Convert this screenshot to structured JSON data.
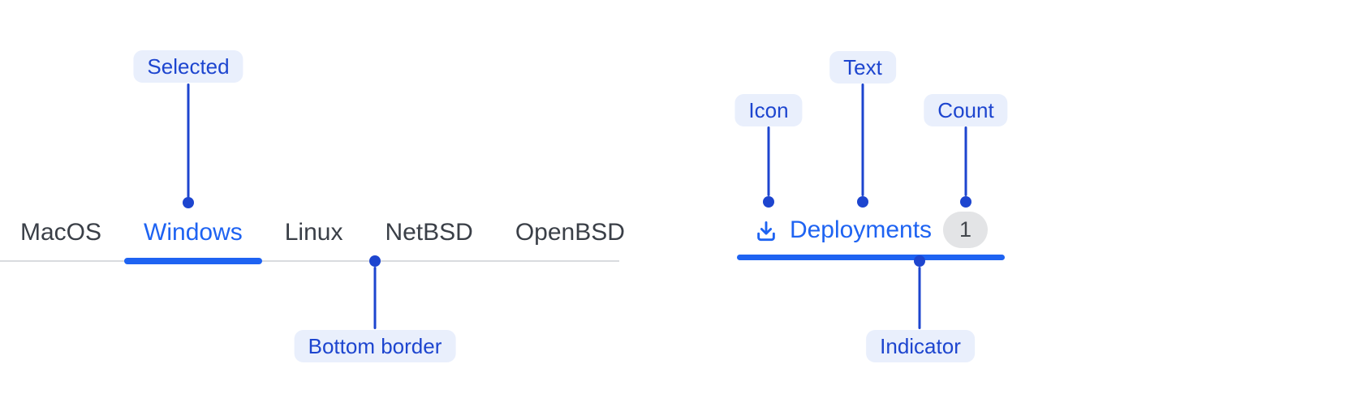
{
  "colors": {
    "accent_blue": "#1e63f2",
    "annotation_blue": "#1d45cf",
    "callout_background": "#e9effc",
    "inactive_tab_text": "#3a3f47",
    "tab_bar_border": "#d9dbdf",
    "badge_background": "#e3e4e6",
    "badge_text": "#43474d",
    "page_background": "#ffffff"
  },
  "left_tab_bar": {
    "tabs": [
      {
        "label": "MacOS",
        "state": "default"
      },
      {
        "label": "Windows",
        "state": "selected"
      },
      {
        "label": "Linux",
        "state": "default"
      },
      {
        "label": "NetBSD",
        "state": "default"
      },
      {
        "label": "OpenBSD",
        "state": "default"
      }
    ]
  },
  "deployments_tab": {
    "icon": "download-icon",
    "label": "Deployments",
    "count": "1",
    "state": "selected"
  },
  "annotations": {
    "selected": "Selected",
    "bottom_border": "Bottom border",
    "icon": "Icon",
    "text": "Text",
    "count": "Count",
    "indicator": "Indicator"
  }
}
